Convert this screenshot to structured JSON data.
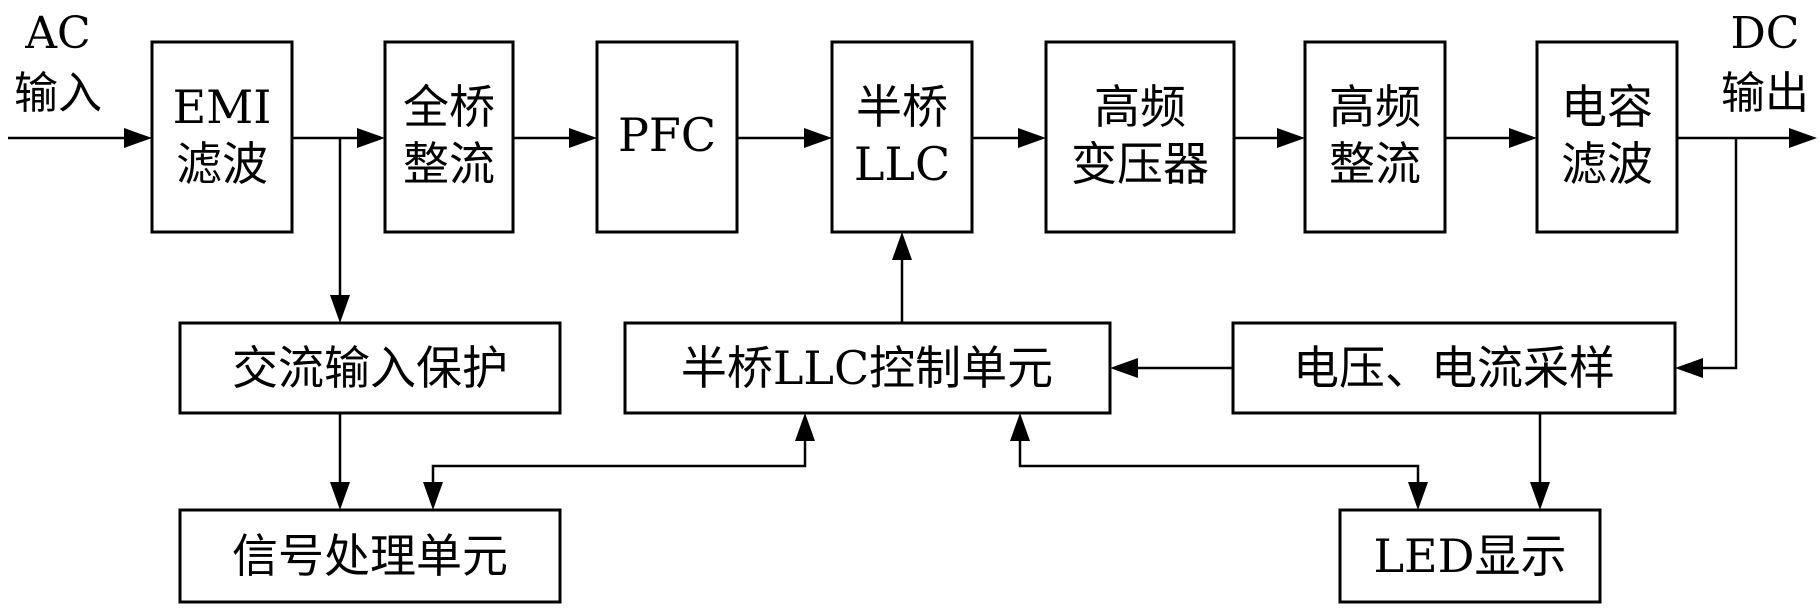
{
  "io": {
    "input_line1": "AC",
    "input_line2": "输入",
    "output_line1": "DC",
    "output_line2": "输出"
  },
  "blocks": {
    "emi": {
      "line1": "EMI",
      "line2": "滤波"
    },
    "rectifier": {
      "line1": "全桥",
      "line2": "整流"
    },
    "pfc": {
      "line1": "PFC"
    },
    "llc": {
      "line1": "半桥",
      "line2": "LLC"
    },
    "transformer": {
      "line1": "高频",
      "line2": "变压器"
    },
    "hf_rectifier": {
      "line1": "高频",
      "line2": "整流"
    },
    "cap_filter": {
      "line1": "电容",
      "line2": "滤波"
    },
    "ac_protect": {
      "label": "交流输入保护"
    },
    "llc_control": {
      "label": "半桥LLC控制单元"
    },
    "sampling": {
      "label": "电压、电流采样"
    },
    "signal_proc": {
      "label": "信号处理单元"
    },
    "led": {
      "label": "LED显示"
    }
  }
}
